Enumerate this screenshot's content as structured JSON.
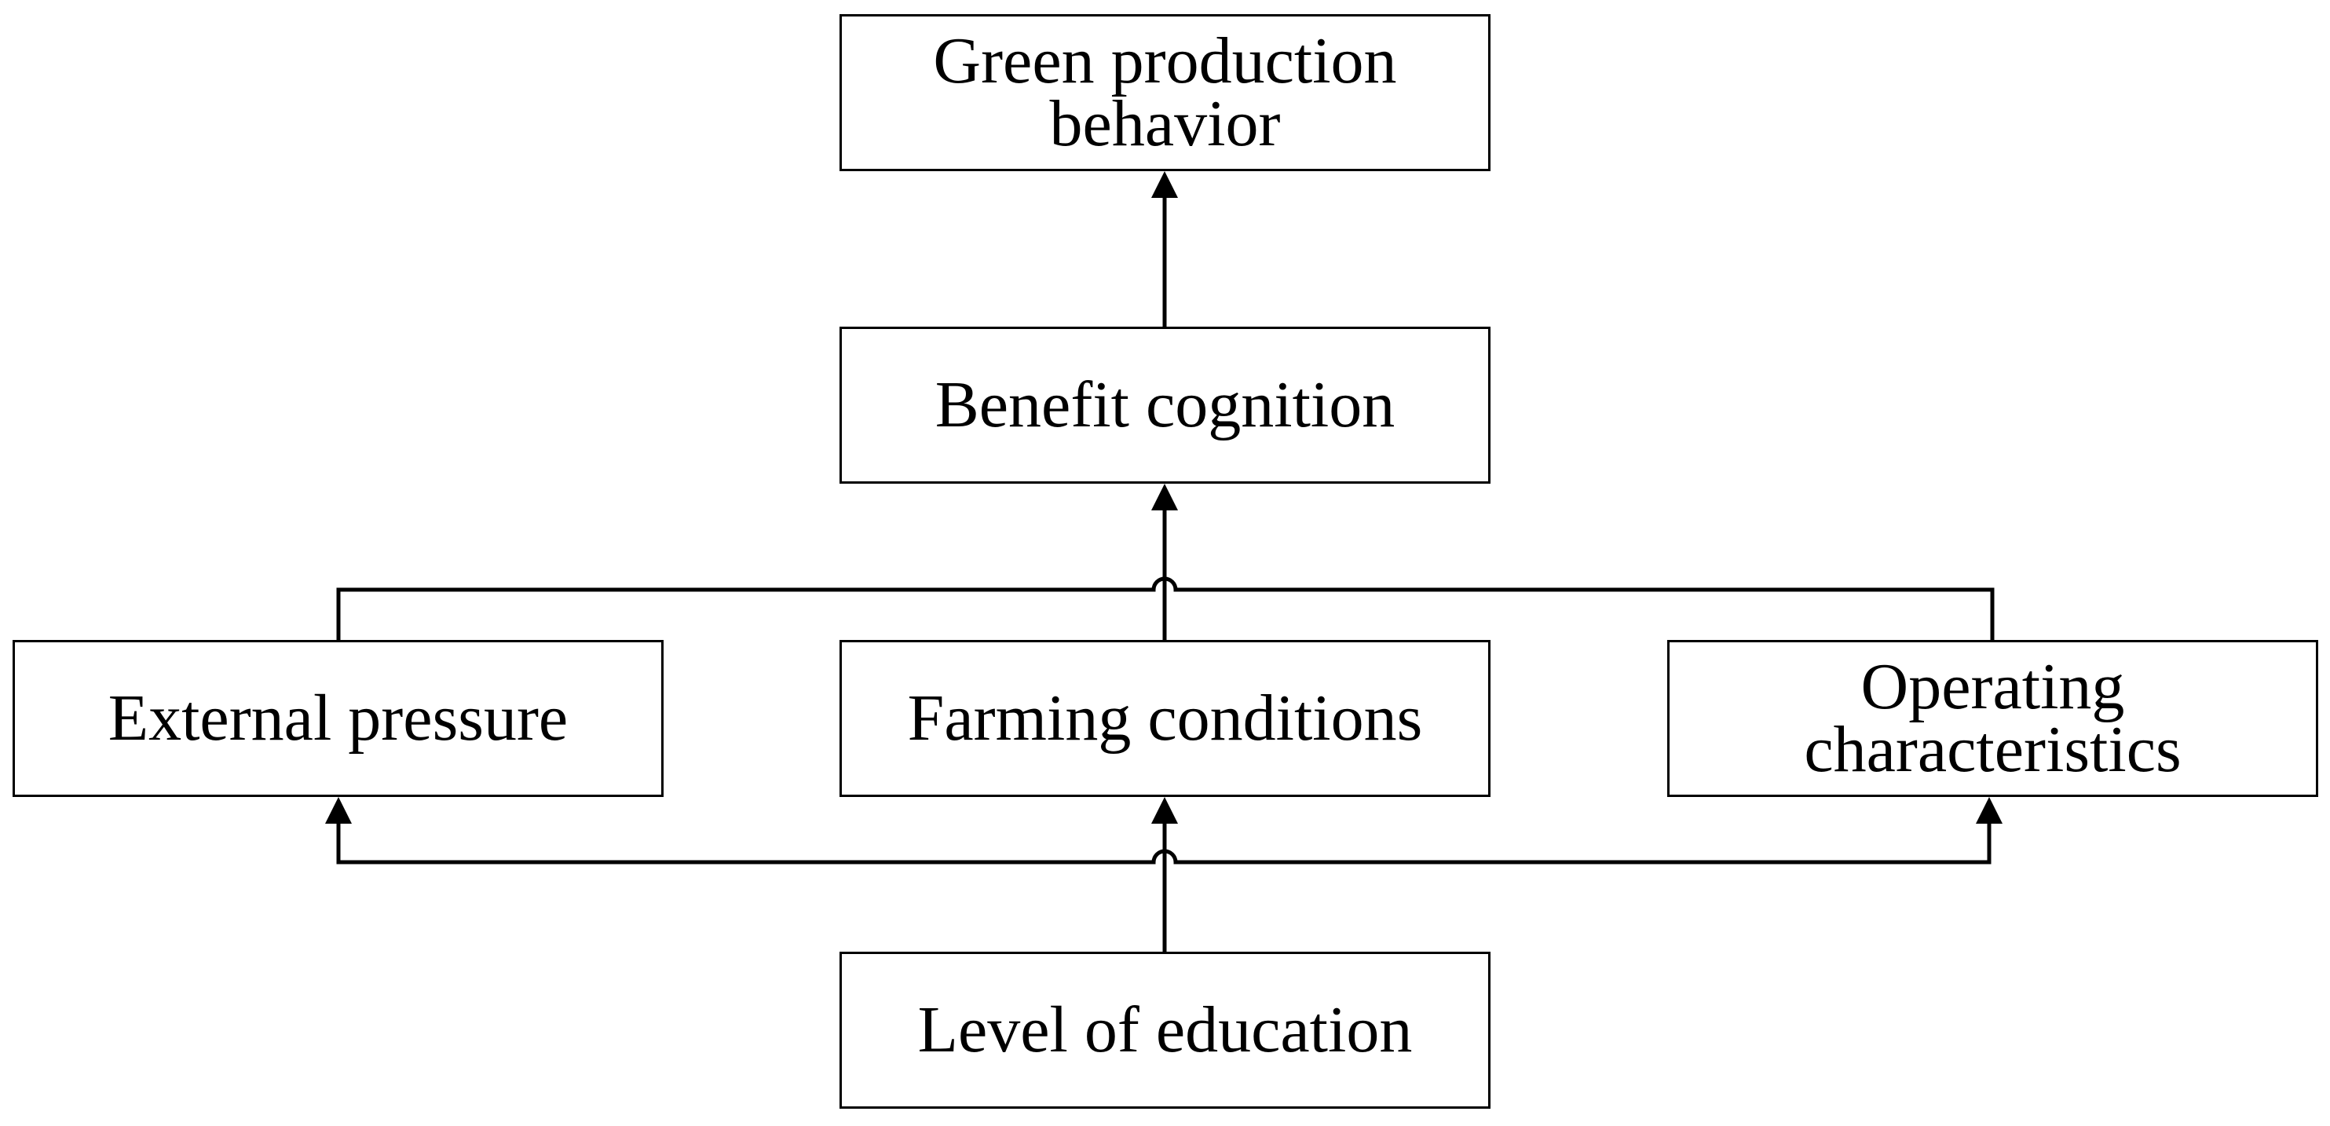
{
  "nodes": {
    "green_production_behavior": "Green production\nbehavior",
    "benefit_cognition": "Benefit cognition",
    "external_pressure": "External pressure",
    "farming_conditions": "Farming conditions",
    "operating_characteristics": "Operating\ncharacteristics",
    "level_of_education": "Level of education"
  },
  "colors": {
    "stroke": "#000000",
    "background": "#ffffff"
  }
}
